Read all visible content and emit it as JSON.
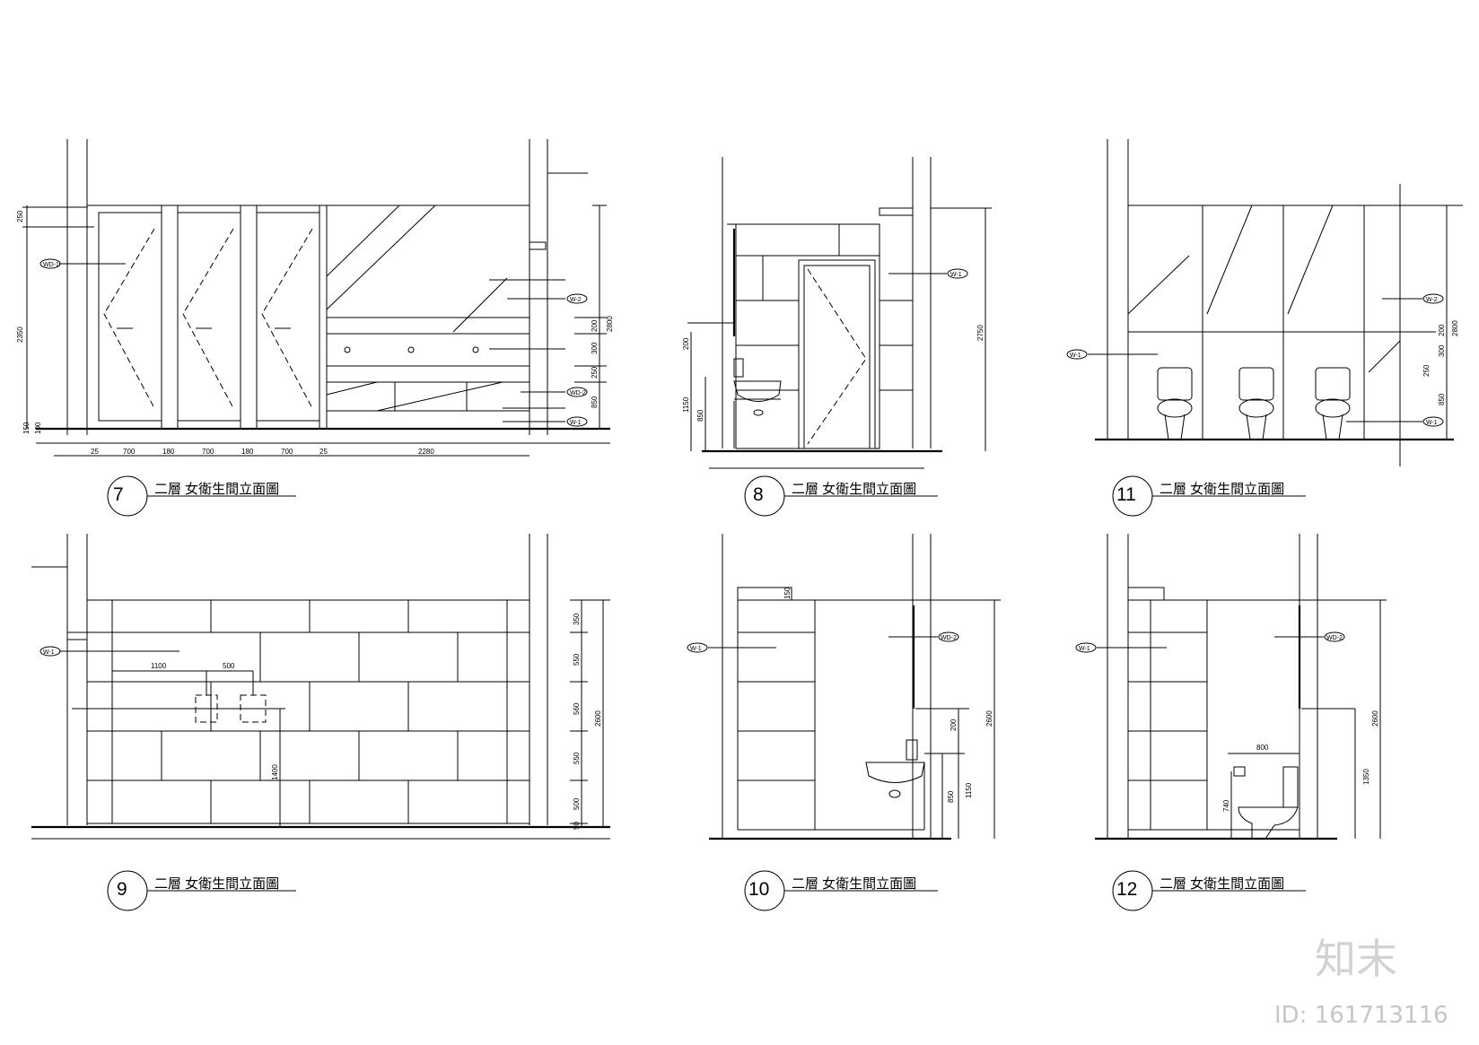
{
  "drawings": {
    "d7": {
      "number": "7",
      "title": "二層 女衛生間立面圖"
    },
    "d8": {
      "number": "8",
      "title": "二層 女衛生間立面圖"
    },
    "d11": {
      "number": "11",
      "title": "二層 女衛生間立面圖"
    },
    "d9": {
      "number": "9",
      "title": "二層 女衛生間立面圖"
    },
    "d10": {
      "number": "10",
      "title": "二層 女衛生間立面圖"
    },
    "d12": {
      "number": "12",
      "title": "二層 女衛生間立面圖"
    }
  },
  "dims": {
    "d7": {
      "h250": "250",
      "h2350": "2350",
      "h150": "150",
      "h100": "100",
      "r200": "200",
      "r300": "300",
      "r250": "250",
      "r850": "850",
      "r2800": "2800",
      "b25a": "25",
      "b700a": "700",
      "b180a": "180",
      "b700b": "700",
      "b180b": "180",
      "b700c": "700",
      "b25b": "25",
      "b2280": "2280"
    },
    "d8": {
      "l200": "200",
      "l1150": "1150",
      "l850": "850",
      "r2750": "2750"
    },
    "d11": {
      "r200": "200",
      "r300": "300",
      "r250": "250",
      "r850": "850",
      "r2800": "2800"
    },
    "d9": {
      "t1100": "1100",
      "t500": "500",
      "v1400": "1400",
      "r350": "350",
      "r550a": "550",
      "r560": "560",
      "r550b": "550",
      "r500": "500",
      "r50": "50",
      "r2600": "2600"
    },
    "d10": {
      "t150": "150",
      "r200": "200",
      "r1150": "1150",
      "r850": "850",
      "r2600": "2600"
    },
    "d12": {
      "t800": "800",
      "l740": "740",
      "r1350": "1350",
      "r2600": "2600"
    }
  },
  "tags": {
    "w1": "W-1",
    "w2": "W-2",
    "wd1": "WD-1",
    "wd2": "WD-2"
  },
  "watermark": {
    "logo": "知末",
    "id": "ID: 161713116"
  }
}
